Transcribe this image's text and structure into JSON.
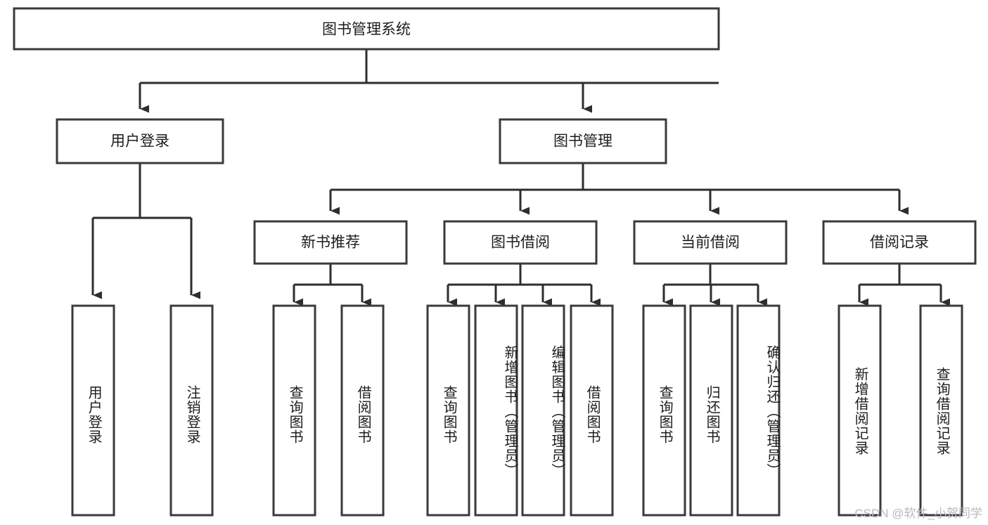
{
  "diagram": {
    "type": "tree",
    "title": "图书管理系统",
    "orientation": "top-down",
    "levels": 4,
    "colors": {
      "node_fill": "#ffffff",
      "node_stroke": "#3a3a3a",
      "edge": "#2e2e2e",
      "text": "#1d1d1d",
      "watermark": "#b9b9b9"
    },
    "root": {
      "label": "图书管理系统"
    },
    "level2": [
      {
        "label": "用户登录"
      },
      {
        "label": "图书管理"
      }
    ],
    "level3": [
      {
        "label": "新书推荐"
      },
      {
        "label": "图书借阅"
      },
      {
        "label": "当前借阅"
      },
      {
        "label": "借阅记录"
      }
    ],
    "leaves": {
      "user_login": [
        {
          "label": "用户登录"
        },
        {
          "label": "注销登录"
        }
      ],
      "new_book_recommend": [
        {
          "label": "查询图书"
        },
        {
          "label": "借阅图书"
        }
      ],
      "book_borrow": [
        {
          "label": "查询图书"
        },
        {
          "label": "新增图书（管理员）"
        },
        {
          "label": "编辑图书（管理员）"
        },
        {
          "label": "借阅图书"
        }
      ],
      "current_borrow": [
        {
          "label": "查询图书"
        },
        {
          "label": "归还图书"
        },
        {
          "label": "确认归还（管理员）"
        }
      ],
      "borrow_record": [
        {
          "label": "新增借阅记录"
        },
        {
          "label": "查询借阅记录"
        }
      ]
    }
  },
  "watermark": {
    "text": "CSDN @软件_小贺同学"
  }
}
